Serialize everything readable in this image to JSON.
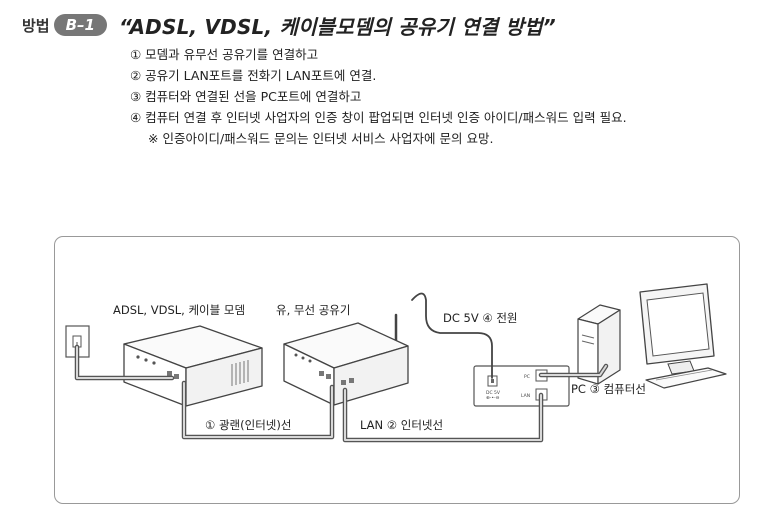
{
  "header": {
    "method_word": "방법",
    "badge": "B–1",
    "title": "“ADSL, VDSL, 케이블모뎀의 공유기 연결 방법”"
  },
  "steps": [
    "① 모뎀과 유무선 공유기를 연결하고",
    "② 공유기 LAN포트를 전화기 LAN포트에 연결.",
    "③ 컴퓨터와 연결된 선을 PC포트에 연결하고",
    "④ 컴퓨터 연결 후 인터넷 사업자의 인증 창이 팝업되면 인터넷 인증 아이디/패스워드 입력 필요."
  ],
  "note": "※ 인증아이디/패스워드 문의는 인터넷 서비스 사업자에 문의 요망.",
  "diagram": {
    "modem_label": "ADSL, VDSL, 케이블 모뎀",
    "router_label": "유, 무선 공유기",
    "power_label": "DC  5V ④ 전원",
    "cable1_label": "① 광랜(인터넷)선",
    "cable2_label": "LAN ② 인터넷선",
    "pc_label": "PC ③ 컴퓨터선",
    "plate_pc": "PC",
    "plate_lan": "LAN",
    "plate_dc": "DC 5V"
  }
}
